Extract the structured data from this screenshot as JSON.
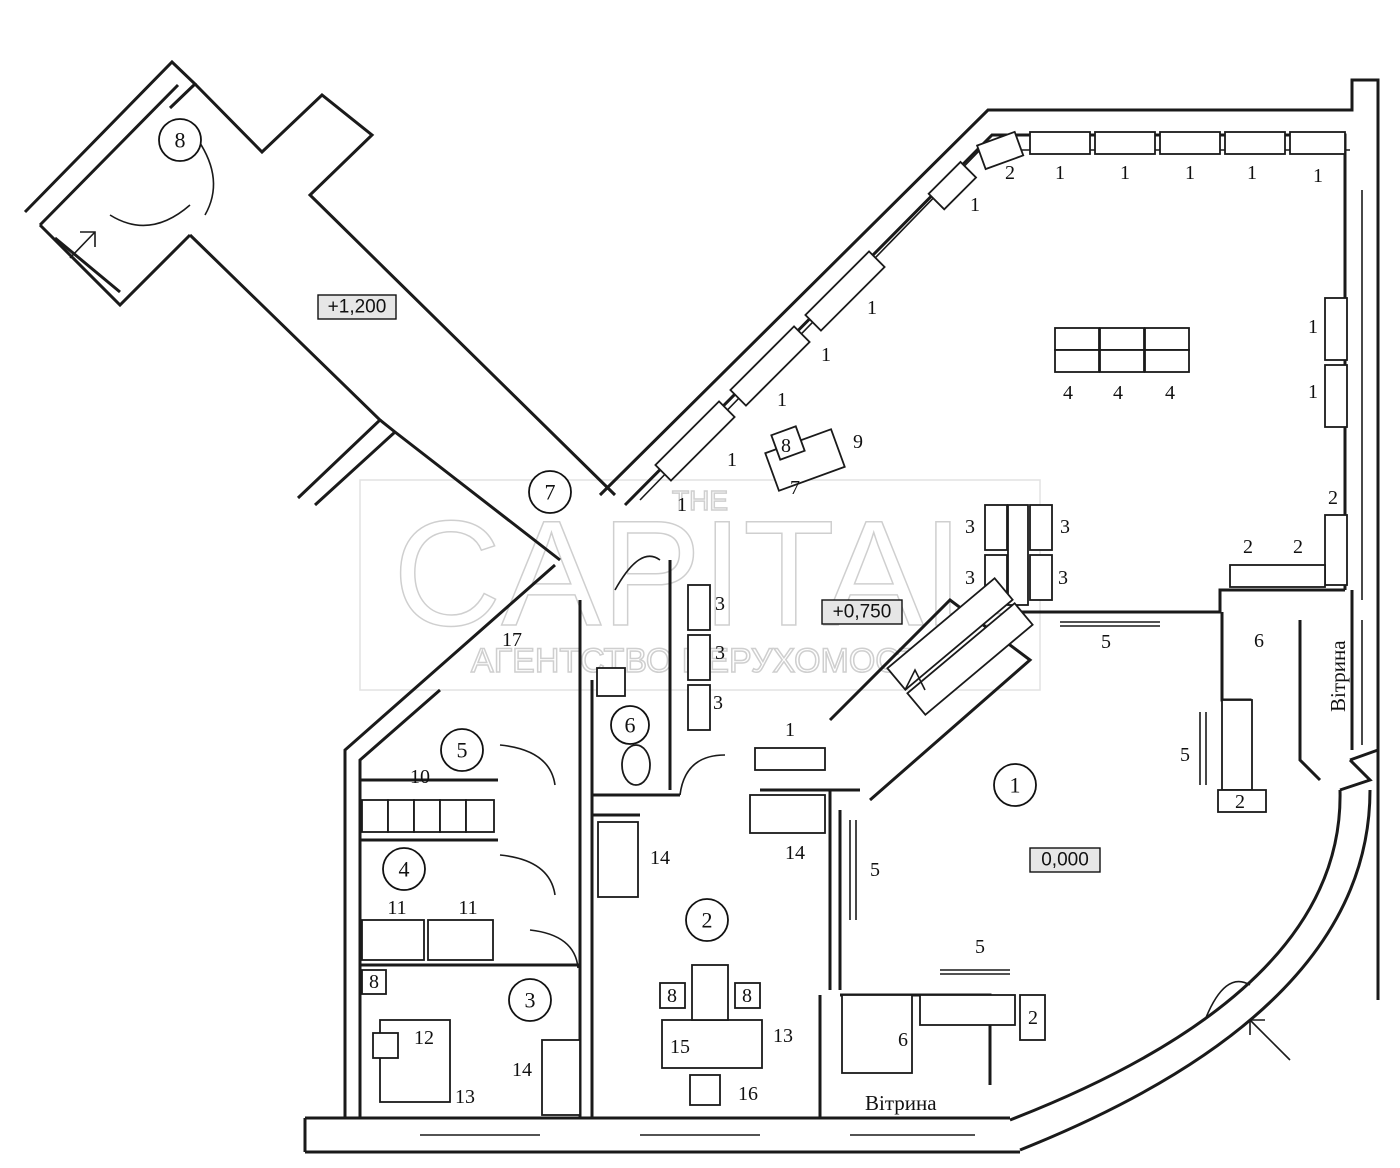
{
  "plan": {
    "levels": [
      "+1,200",
      "+0,750",
      "0,000"
    ],
    "rooms": [
      "1",
      "2",
      "3",
      "4",
      "5",
      "6",
      "7",
      "8"
    ],
    "vitrina": "Вітрина",
    "watermark_top": "THE",
    "watermark_main": "CAPITAL",
    "watermark_sub": "АГЕНТСТВО НЕРУХОМОСТІ",
    "labels": [
      "1",
      "1",
      "1",
      "1",
      "1",
      "1",
      "2",
      "1",
      "1",
      "1",
      "1",
      "1",
      "1",
      "1",
      "4",
      "4",
      "4",
      "9",
      "7",
      "8",
      "3",
      "3",
      "3",
      "3",
      "3",
      "3",
      "3",
      "2",
      "2",
      "2",
      "6",
      "5",
      "5",
      "2",
      "1",
      "14",
      "14",
      "5",
      "5",
      "2",
      "6",
      "10",
      "11",
      "11",
      "8",
      "12",
      "13",
      "8",
      "8",
      "15",
      "13",
      "16",
      "14",
      "17"
    ]
  }
}
